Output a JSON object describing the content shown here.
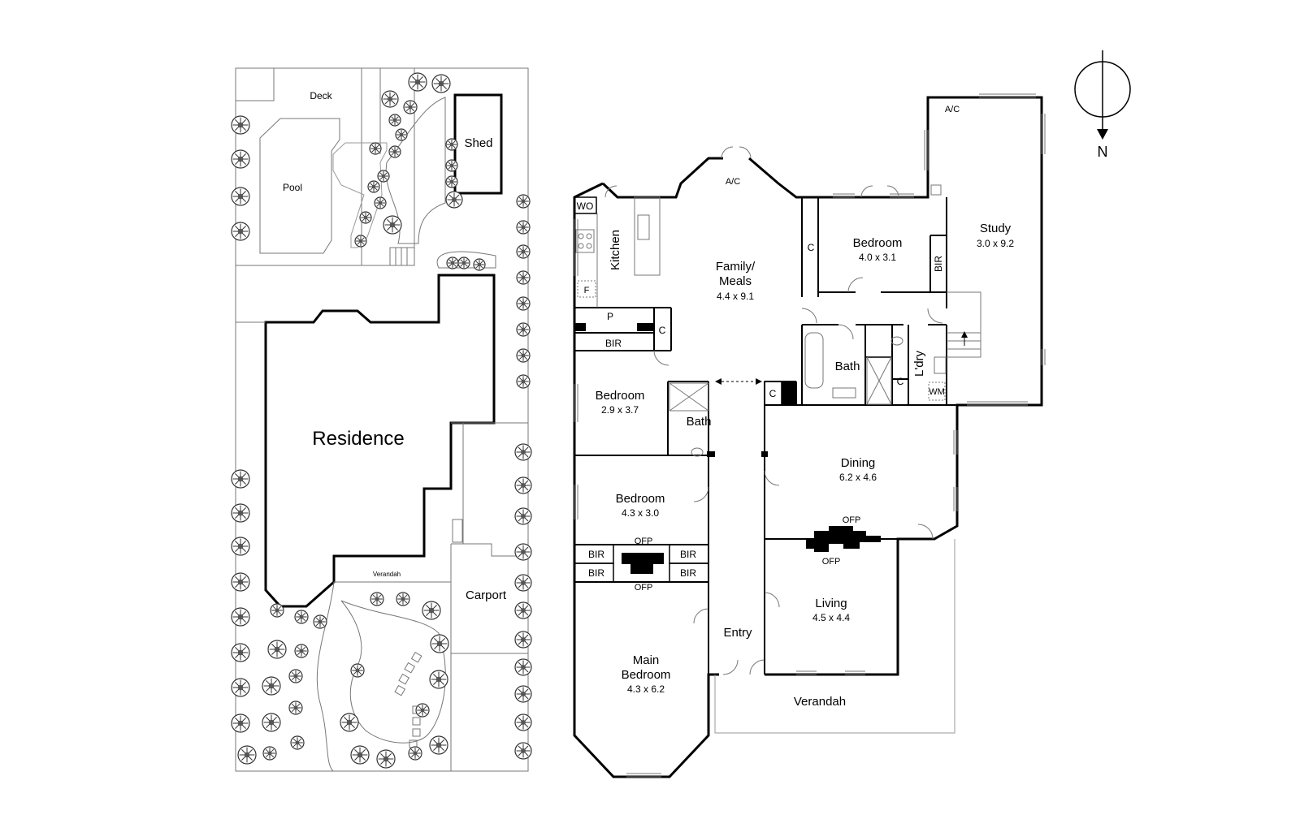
{
  "site_plan": {
    "deck": "Deck",
    "pool": "Pool",
    "shed": "Shed",
    "residence": "Residence",
    "verandah": "Verandah",
    "carport": "Carport"
  },
  "compass": {
    "label": "N"
  },
  "rooms": {
    "wo": "WO",
    "kitchen": "Kitchen",
    "pantry": "P",
    "fridge": "F",
    "bir": "BIR",
    "cupboard": "C",
    "family_meals": {
      "name_line1": "Family/",
      "name_line2": "Meals",
      "size": "4.4 x 9.1"
    },
    "ac": "A/C",
    "bedroom_east": {
      "name": "Bedroom",
      "size": "4.0 x 3.1"
    },
    "study": {
      "name": "Study",
      "size": "3.0 x 9.2"
    },
    "bath": "Bath",
    "laundry": "L'dry",
    "wm": "WM",
    "bedroom_2": {
      "name": "Bedroom",
      "size": "2.9 x 3.7"
    },
    "bedroom_3": {
      "name": "Bedroom",
      "size": "4.3 x 3.0"
    },
    "ofp": "OFP",
    "main_bedroom": {
      "name_line1": "Main",
      "name_line2": "Bedroom",
      "size": "4.3 x 6.2"
    },
    "entry": "Entry",
    "dining": {
      "name": "Dining",
      "size": "6.2 x 4.6"
    },
    "living": {
      "name": "Living",
      "size": "4.5 x 4.4"
    },
    "verandah": "Verandah"
  }
}
